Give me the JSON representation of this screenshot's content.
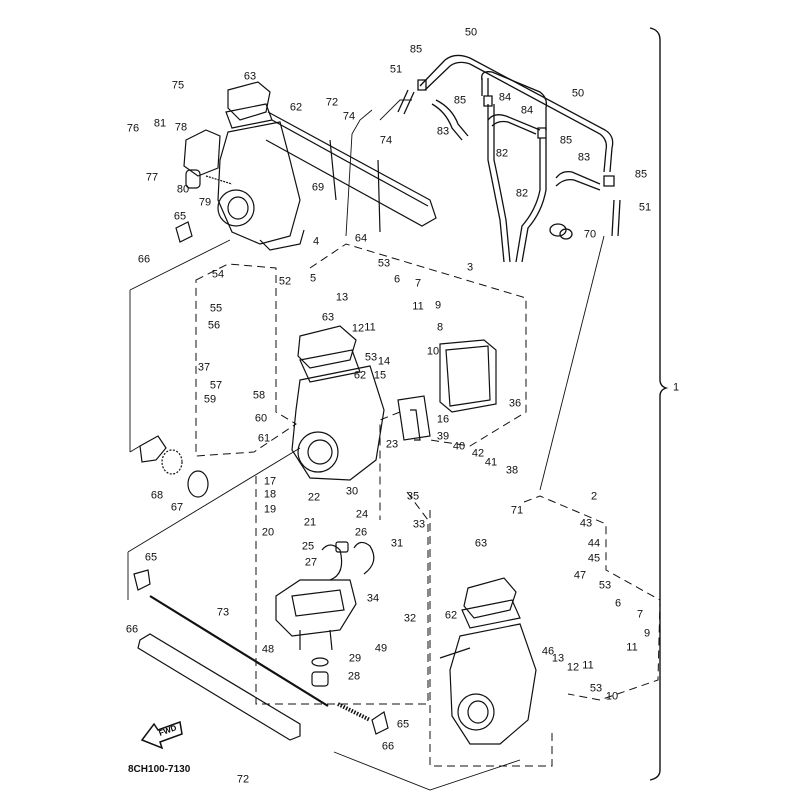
{
  "diagram": {
    "title": "Carburetor assembly exploded parts diagram",
    "reference_code": "8CH100-7130",
    "fwd_label": "FWD",
    "assembly_brace_label": "1",
    "callouts": [
      {
        "id": "c50a",
        "text": "50"
      },
      {
        "id": "c50b",
        "text": "50"
      },
      {
        "id": "c85a",
        "text": "85"
      },
      {
        "id": "c85b",
        "text": "85"
      },
      {
        "id": "c85c",
        "text": "85"
      },
      {
        "id": "c85d",
        "text": "85"
      },
      {
        "id": "c51a",
        "text": "51"
      },
      {
        "id": "c51b",
        "text": "51"
      },
      {
        "id": "c84a",
        "text": "84"
      },
      {
        "id": "c84b",
        "text": "84"
      },
      {
        "id": "c83a",
        "text": "83"
      },
      {
        "id": "c83b",
        "text": "83"
      },
      {
        "id": "c82a",
        "text": "82"
      },
      {
        "id": "c82b",
        "text": "82"
      },
      {
        "id": "c70",
        "text": "70"
      },
      {
        "id": "c74a",
        "text": "74"
      },
      {
        "id": "c74b",
        "text": "74"
      },
      {
        "id": "c72a",
        "text": "72"
      },
      {
        "id": "c72b",
        "text": "72"
      },
      {
        "id": "c63a",
        "text": "63"
      },
      {
        "id": "c63b",
        "text": "63"
      },
      {
        "id": "c63c",
        "text": "63"
      },
      {
        "id": "c62a",
        "text": "62"
      },
      {
        "id": "c62b",
        "text": "62"
      },
      {
        "id": "c62c",
        "text": "62"
      },
      {
        "id": "c75",
        "text": "75"
      },
      {
        "id": "c76",
        "text": "76"
      },
      {
        "id": "c77",
        "text": "77"
      },
      {
        "id": "c78",
        "text": "78"
      },
      {
        "id": "c79",
        "text": "79"
      },
      {
        "id": "c80",
        "text": "80"
      },
      {
        "id": "c81",
        "text": "81"
      },
      {
        "id": "c69",
        "text": "69"
      },
      {
        "id": "c4",
        "text": "4"
      },
      {
        "id": "c65a",
        "text": "65"
      },
      {
        "id": "c65b",
        "text": "65"
      },
      {
        "id": "c65c",
        "text": "65"
      },
      {
        "id": "c66a",
        "text": "66"
      },
      {
        "id": "c66b",
        "text": "66"
      },
      {
        "id": "c66c",
        "text": "66"
      },
      {
        "id": "c64",
        "text": "64"
      },
      {
        "id": "c3",
        "text": "3"
      },
      {
        "id": "c2",
        "text": "2"
      },
      {
        "id": "c5",
        "text": "5"
      },
      {
        "id": "c13a",
        "text": "13"
      },
      {
        "id": "c13b",
        "text": "13"
      },
      {
        "id": "c53a",
        "text": "53"
      },
      {
        "id": "c53b",
        "text": "53"
      },
      {
        "id": "c53c",
        "text": "53"
      },
      {
        "id": "c53d",
        "text": "53"
      },
      {
        "id": "c6a",
        "text": "6"
      },
      {
        "id": "c6b",
        "text": "6"
      },
      {
        "id": "c7a",
        "text": "7"
      },
      {
        "id": "c7b",
        "text": "7"
      },
      {
        "id": "c11a",
        "text": "11"
      },
      {
        "id": "c11b",
        "text": "11"
      },
      {
        "id": "c11c",
        "text": "11"
      },
      {
        "id": "c11d",
        "text": "11"
      },
      {
        "id": "c9a",
        "text": "9"
      },
      {
        "id": "c9b",
        "text": "9"
      },
      {
        "id": "c12a",
        "text": "12"
      },
      {
        "id": "c12b",
        "text": "12"
      },
      {
        "id": "c8",
        "text": "8"
      },
      {
        "id": "c10a",
        "text": "10"
      },
      {
        "id": "c10b",
        "text": "10"
      },
      {
        "id": "c14",
        "text": "14"
      },
      {
        "id": "c15",
        "text": "15"
      },
      {
        "id": "c16",
        "text": "16"
      },
      {
        "id": "c36",
        "text": "36"
      },
      {
        "id": "c54",
        "text": "54"
      },
      {
        "id": "c52",
        "text": "52"
      },
      {
        "id": "c55",
        "text": "55"
      },
      {
        "id": "c56",
        "text": "56"
      },
      {
        "id": "c37",
        "text": "37"
      },
      {
        "id": "c57",
        "text": "57"
      },
      {
        "id": "c58",
        "text": "58"
      },
      {
        "id": "c59",
        "text": "59"
      },
      {
        "id": "c60",
        "text": "60"
      },
      {
        "id": "c61",
        "text": "61"
      },
      {
        "id": "c68",
        "text": "68"
      },
      {
        "id": "c67",
        "text": "67"
      },
      {
        "id": "c23",
        "text": "23"
      },
      {
        "id": "c39",
        "text": "39"
      },
      {
        "id": "c40",
        "text": "40"
      },
      {
        "id": "c42",
        "text": "42"
      },
      {
        "id": "c41",
        "text": "41"
      },
      {
        "id": "c38",
        "text": "38"
      },
      {
        "id": "c17",
        "text": "17"
      },
      {
        "id": "c18",
        "text": "18"
      },
      {
        "id": "c22",
        "text": "22"
      },
      {
        "id": "c30",
        "text": "30"
      },
      {
        "id": "c35",
        "text": "35"
      },
      {
        "id": "c19",
        "text": "19"
      },
      {
        "id": "c24",
        "text": "24"
      },
      {
        "id": "c33",
        "text": "33"
      },
      {
        "id": "c21",
        "text": "21"
      },
      {
        "id": "c26",
        "text": "26"
      },
      {
        "id": "c20",
        "text": "20"
      },
      {
        "id": "c25",
        "text": "25"
      },
      {
        "id": "c31",
        "text": "31"
      },
      {
        "id": "c27",
        "text": "27"
      },
      {
        "id": "c34",
        "text": "34"
      },
      {
        "id": "c32",
        "text": "32"
      },
      {
        "id": "c48",
        "text": "48"
      },
      {
        "id": "c49",
        "text": "49"
      },
      {
        "id": "c29",
        "text": "29"
      },
      {
        "id": "c28",
        "text": "28"
      },
      {
        "id": "c73",
        "text": "73"
      },
      {
        "id": "c71",
        "text": "71"
      },
      {
        "id": "c43",
        "text": "43"
      },
      {
        "id": "c44",
        "text": "44"
      },
      {
        "id": "c45",
        "text": "45"
      },
      {
        "id": "c47",
        "text": "47"
      },
      {
        "id": "c46",
        "text": "46"
      }
    ]
  }
}
